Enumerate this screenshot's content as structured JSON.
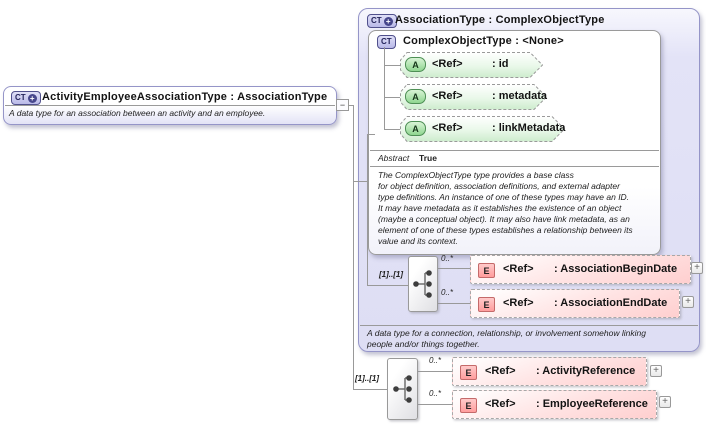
{
  "diagram": {
    "left_card": {
      "kind_icon": "CT",
      "title": "ActivityEmployeeAssociationType : AssociationType",
      "annotation": "A data type for an association between an activity and an employee."
    },
    "base_card": {
      "kind_icon": "CT",
      "title": "AssociationType : ComplexObjectType",
      "annotation_lines": [
        "A data type for a connection, relationship, or involvement somehow linking",
        "people and/or things together."
      ]
    },
    "inherited_card": {
      "kind_icon": "CT",
      "title": "ComplexObjectType : <None>",
      "facet": {
        "label": "Abstract",
        "value": "True"
      },
      "annotation_lines": [
        "The ComplexObjectType type provides a base class",
        "for object definition, association definitions, and external adapter",
        "type definitions. An instance of one of these types may have an ID.",
        "It may have metadata as it establishes the existence of an object",
        "(maybe a conceptual object). It may also have link metadata, as an",
        "element of one of these types establishes a relationship between its",
        "value and its context."
      ],
      "attributes": [
        {
          "kind_icon": "A",
          "ref_label": "<Ref>",
          "name": ": id"
        },
        {
          "kind_icon": "A",
          "ref_label": "<Ref>",
          "name": ": metadata"
        },
        {
          "kind_icon": "A",
          "ref_label": "<Ref>",
          "name": ": linkMetadata"
        }
      ]
    },
    "base_sequence": {
      "cardinality": "[1]..[1]",
      "elements": [
        {
          "occurs": "0..*",
          "kind_icon": "E",
          "ref_label": "<Ref>",
          "name": ": AssociationBeginDate"
        },
        {
          "occurs": "0..*",
          "kind_icon": "E",
          "ref_label": "<Ref>",
          "name": ": AssociationEndDate"
        }
      ]
    },
    "own_sequence": {
      "cardinality": "[1]..[1]",
      "elements": [
        {
          "occurs": "0..*",
          "kind_icon": "E",
          "ref_label": "<Ref>",
          "name": ": ActivityReference"
        },
        {
          "occurs": "0..*",
          "kind_icon": "E",
          "ref_label": "<Ref>",
          "name": ": EmployeeReference"
        }
      ]
    },
    "icons": {
      "plus": "+",
      "minus": "−"
    }
  },
  "colors": {
    "card_border": "#9595c8",
    "card_fill": "#e3e3f7",
    "attribute_fill": "#cdeccd",
    "attribute_badge": "#8fd690",
    "element_fill": "#ffcfcf",
    "element_badge": "#ff9d9d",
    "connector": "#999999"
  }
}
